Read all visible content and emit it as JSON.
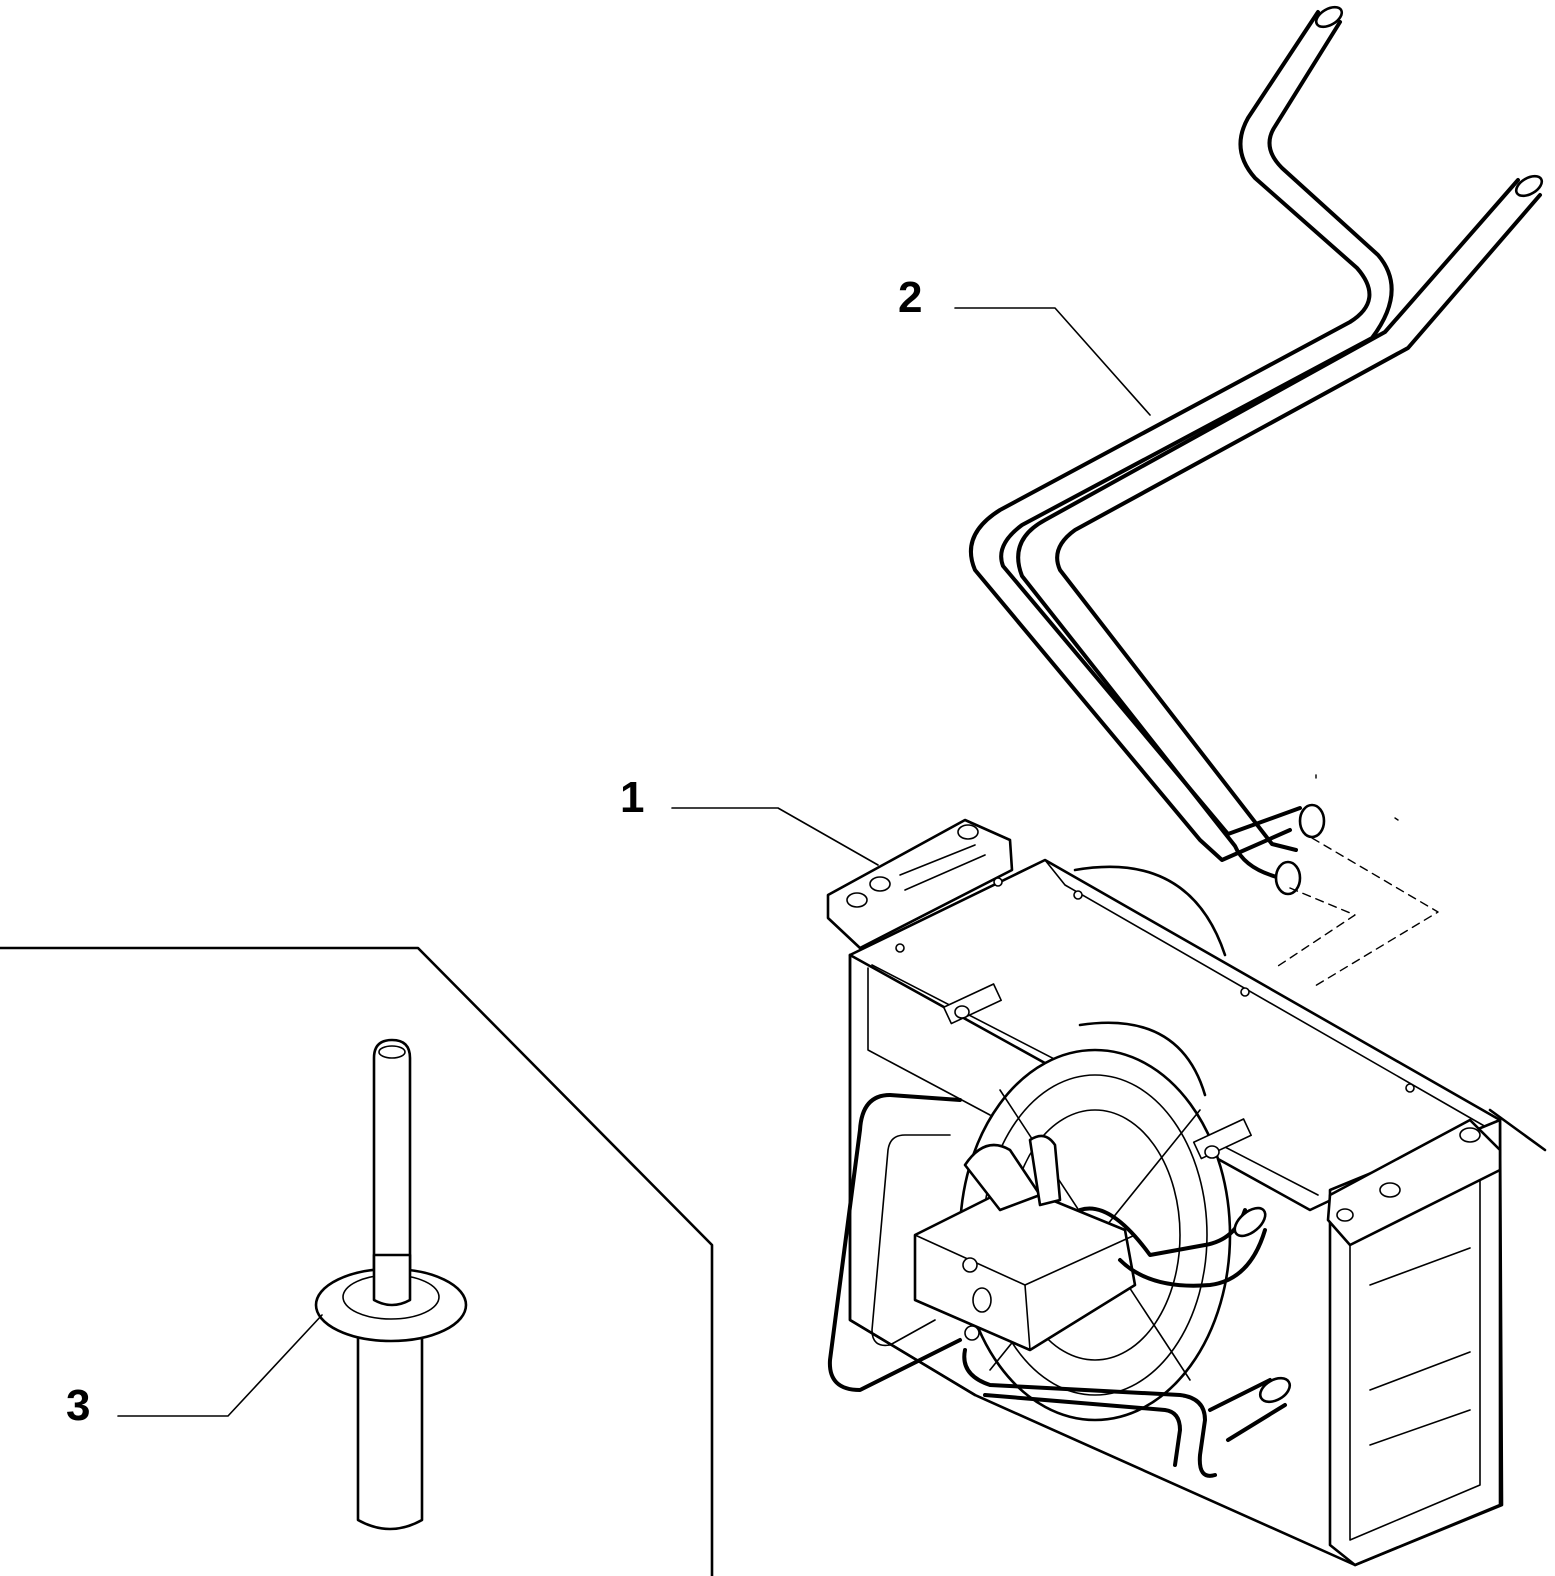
{
  "colors": {
    "background": "#ffffff",
    "ink": "#000000"
  },
  "callouts": [
    {
      "id": "1",
      "label": "1"
    },
    {
      "id": "2",
      "label": "2"
    },
    {
      "id": "3",
      "label": "3"
    }
  ]
}
